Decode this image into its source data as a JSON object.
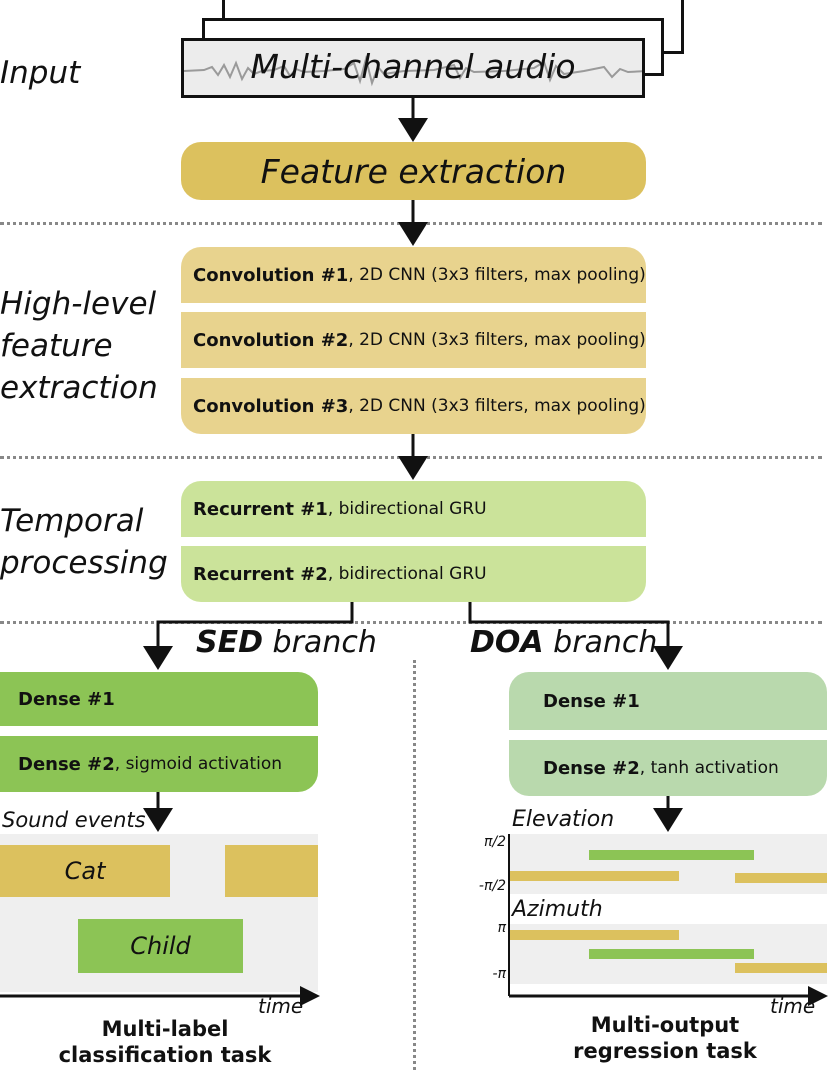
{
  "stages": {
    "input": "Input",
    "high_level": [
      "High-level",
      "feature",
      "extraction"
    ],
    "temporal": [
      "Temporal",
      "processing"
    ]
  },
  "input_box": {
    "title": "Multi-channel audio"
  },
  "feature_extraction": "Feature extraction",
  "convolutions": [
    {
      "bold": "Convolution #1",
      "rest": ", 2D CNN (3x3 filters, max pooling)"
    },
    {
      "bold": "Convolution #2",
      "rest": ", 2D CNN (3x3 filters, max pooling)"
    },
    {
      "bold": "Convolution #3",
      "rest": ", 2D CNN (3x3 filters, max pooling)"
    }
  ],
  "recurrents": [
    {
      "bold": "Recurrent #1",
      "rest": ", bidirectional GRU"
    },
    {
      "bold": "Recurrent #2",
      "rest": ", bidirectional GRU"
    }
  ],
  "sed": {
    "title_bold": "SED",
    "title_rest": " branch",
    "dense1": "Dense #1",
    "dense2_bold": "Dense #2",
    "dense2_rest": ", sigmoid activation",
    "plot_label": "Sound events",
    "events": [
      "Cat",
      "Child"
    ],
    "time_label": "time",
    "task": [
      "Multi-label",
      "classification task"
    ]
  },
  "doa": {
    "title_bold": "DOA",
    "title_rest": " branch",
    "dense1": "Dense #1",
    "dense2_bold": "Dense #2",
    "dense2_rest": ", tanh activation",
    "elevation_label": "Elevation",
    "elevation_ticks": [
      "π/2",
      "-π/2"
    ],
    "azimuth_label": "Azimuth",
    "azimuth_ticks": [
      "π",
      "-π"
    ],
    "time_label": "time",
    "task": [
      "Multi-output",
      "regression task"
    ]
  },
  "colors": {
    "feature": "#dcc15e",
    "conv": "#e8d38e",
    "recurrent": "#cbe39a",
    "sed_dense": "#8cc455",
    "doa_dense": "#b9d9ad",
    "cat": "#dcc15e",
    "child": "#8cc455",
    "plot_bg": "#efefef"
  }
}
